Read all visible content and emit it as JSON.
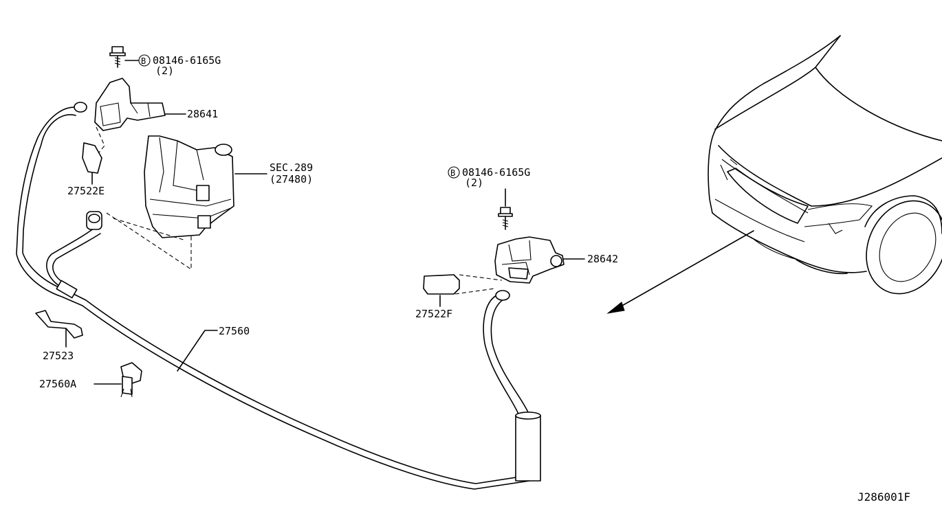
{
  "labels": {
    "bolt_left": "08146-6165G",
    "bolt_left_qty": "(2)",
    "bolt_right": "08146-6165G",
    "bolt_right_qty": "(2)",
    "bolt_marker": "B",
    "pump_left": "28641",
    "pump_right": "28642",
    "tank_ref": "SEC.289",
    "tank_part": "(27480)",
    "cap_left": "27522E",
    "cap_right": "27522F",
    "bracket": "27523",
    "hose": "27560",
    "clip": "27560A",
    "diagram_id": "J286001F"
  },
  "icons": [
    "bolt-icon",
    "pump-icon",
    "tank-icon",
    "cap-icon",
    "bracket-icon",
    "clip-icon",
    "hose-icon",
    "vehicle-icon",
    "direction-arrow-icon"
  ]
}
